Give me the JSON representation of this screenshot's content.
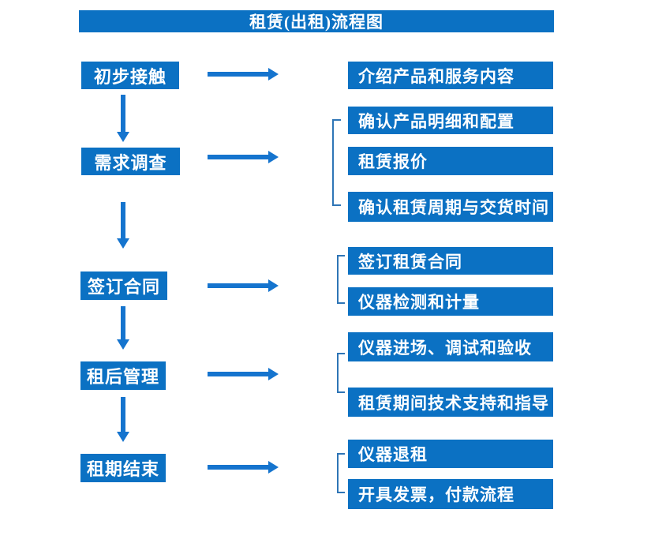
{
  "title": "租赁(出租)流程图",
  "colors": {
    "box_blue": "#0B71C3",
    "arrow_blue": "#1574CE",
    "bracket_blue": "#2E75B6",
    "text_white": "#FFFFFF"
  },
  "stages": [
    {
      "label": "初步接触",
      "details": [
        "介绍产品和服务内容"
      ]
    },
    {
      "label": "需求调查",
      "details": [
        "确认产品明细和配置",
        "租赁报价",
        "确认租赁周期与交货时间"
      ]
    },
    {
      "label": "签订合同",
      "details": [
        "签订租赁合同",
        "仪器检测和计量"
      ]
    },
    {
      "label": "租后管理",
      "details": [
        "仪器进场、调试和验收",
        "租赁期间技术支持和指导"
      ]
    },
    {
      "label": "租期结束",
      "details": [
        "仪器退租",
        "开具发票，付款流程"
      ]
    }
  ]
}
